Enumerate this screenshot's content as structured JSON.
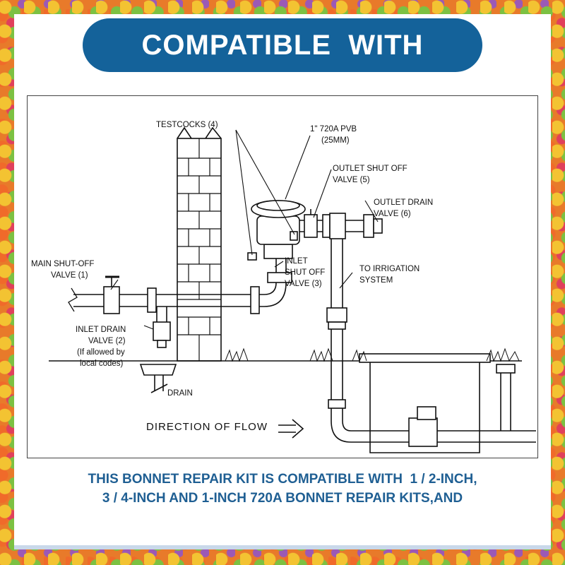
{
  "banner": {
    "title": "COMPATIBLE  WITH"
  },
  "diagram": {
    "labels": {
      "testcocks": "TESTCOCKS (4)",
      "pvb_line1": "1\" 720A PVB",
      "pvb_line2": "(25MM)",
      "outlet_shutoff_line1": "OUTLET SHUT OFF",
      "outlet_shutoff_line2": "VALVE (5)",
      "outlet_drain_line1": "OUTLET DRAIN",
      "outlet_drain_line2": "VALVE (6)",
      "main_shutoff_line1": "MAIN SHUT-OFF",
      "main_shutoff_line2": "VALVE (1)",
      "inlet_shutoff_line1": "INLET",
      "inlet_shutoff_line2": "SHUT OFF",
      "inlet_shutoff_line3": "VALVE (3)",
      "irrigation_line1": "TO IRRIGATION",
      "irrigation_line2": "SYSTEM",
      "inlet_drain_line1": "INLET DRAIN",
      "inlet_drain_line2": "VALVE (2)",
      "inlet_drain_line3": "(If allowed by",
      "inlet_drain_line4": "local codes)",
      "drain": "DRAIN",
      "direction": "DIRECTION OF FLOW"
    }
  },
  "caption": {
    "line1": "THIS BONNET REPAIR KIT IS COMPATIBLE WITH  1 / 2-INCH,",
    "line2": "3 / 4-INCH AND 1-INCH 720A BONNET REPAIR KITS,AND"
  }
}
